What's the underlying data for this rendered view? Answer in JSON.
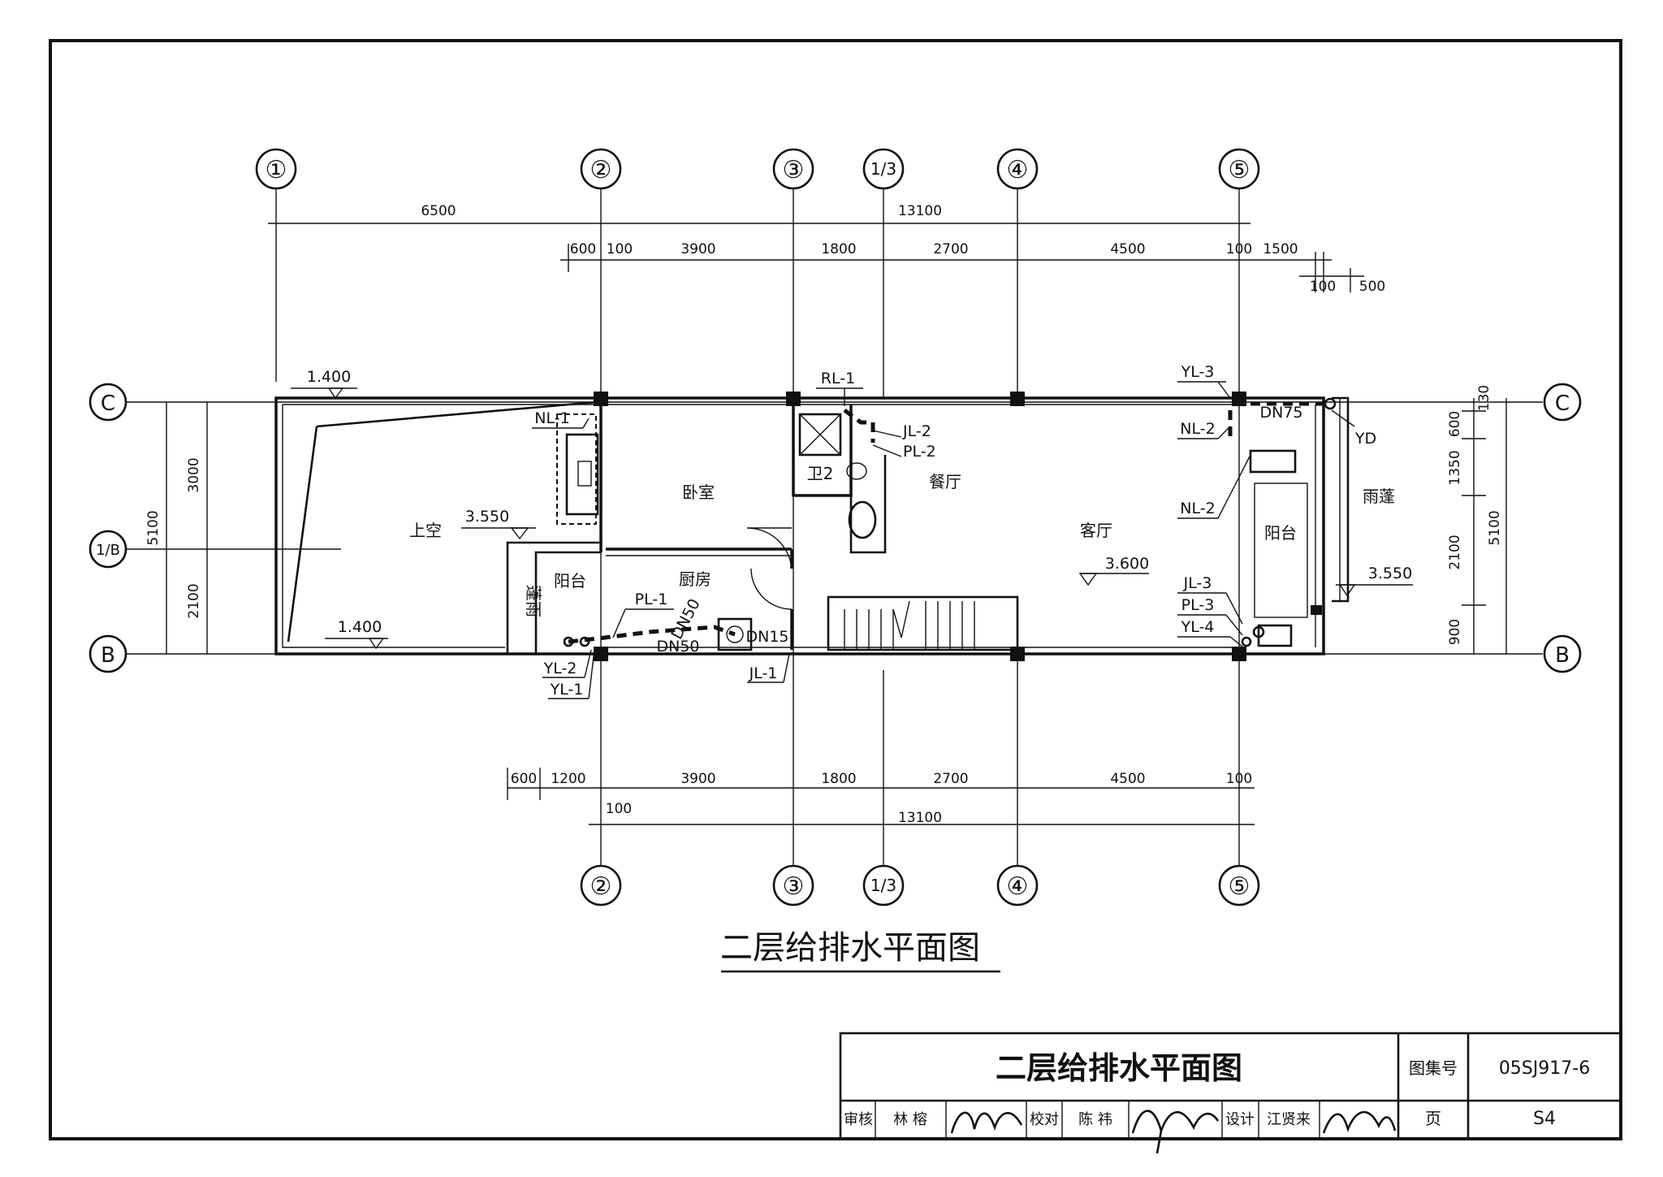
{
  "axes": {
    "top": [
      "①",
      "②",
      "③",
      "1/3",
      "④",
      "⑤"
    ],
    "bottom": [
      "②",
      "③",
      "1/3",
      "④",
      "⑤"
    ],
    "left": [
      "C",
      "1/B",
      "B"
    ],
    "right": [
      "C",
      "B"
    ]
  },
  "dims_top": {
    "overall_a": "6500",
    "overall_b": "13100",
    "seg": [
      "600",
      "100",
      "3900",
      "1800",
      "2700",
      "4500",
      "100",
      "1500"
    ],
    "extra": [
      "100",
      "500"
    ]
  },
  "dims_bottom": {
    "seg": [
      "600",
      "1200",
      "3900",
      "1800",
      "2700",
      "4500",
      "100"
    ],
    "extra": "100",
    "overall": "13100"
  },
  "dims_left": [
    "5100",
    "3000",
    "2100"
  ],
  "dims_right": [
    "130",
    "600",
    "1350",
    "2100",
    "900",
    "5100"
  ],
  "rooms": {
    "void": "上空",
    "bedroom": "卧室",
    "wc": "卫2",
    "dining": "餐厅",
    "living": "客厅",
    "kitchen": "厨房",
    "balcony_left": "阳台",
    "balcony_right": "阳台",
    "canopy_left": "蓬雨",
    "canopy_right": "雨蓬"
  },
  "elevations": {
    "top_left": "1.400",
    "bottom_left": "1.400",
    "mid_left": "3.550",
    "living": "3.600",
    "right": "3.550"
  },
  "tags": {
    "rl1": "RL-1",
    "jl2": "JL-2",
    "pl2": "PL-2",
    "yl3_top": "YL-3",
    "dn75": "DN75",
    "nl2_a": "NL-2",
    "nl2_b": "NL-2",
    "yd": "YD",
    "nl1": "NL-1",
    "pl1": "PL-1",
    "dn50_a": "DN50",
    "dn50_b": "DN50",
    "dn15": "DN15",
    "jl1": "JL-1",
    "yl2": "YL-2",
    "yl1": "YL-1",
    "jl3": "JL-3",
    "pl3": "PL-3",
    "yl4": "YL-4"
  },
  "drawing_title": "二层给排水平面图",
  "title_block": {
    "title": "二层给排水平面图",
    "atlas_label": "图集号",
    "atlas_no": "05SJ917-6",
    "page_label": "页",
    "page_no": "S4",
    "review_label": "审核",
    "reviewer": "林 榕",
    "check_label": "校对",
    "checker": "陈 祎",
    "design_label": "设计",
    "designer": "江贤来"
  }
}
